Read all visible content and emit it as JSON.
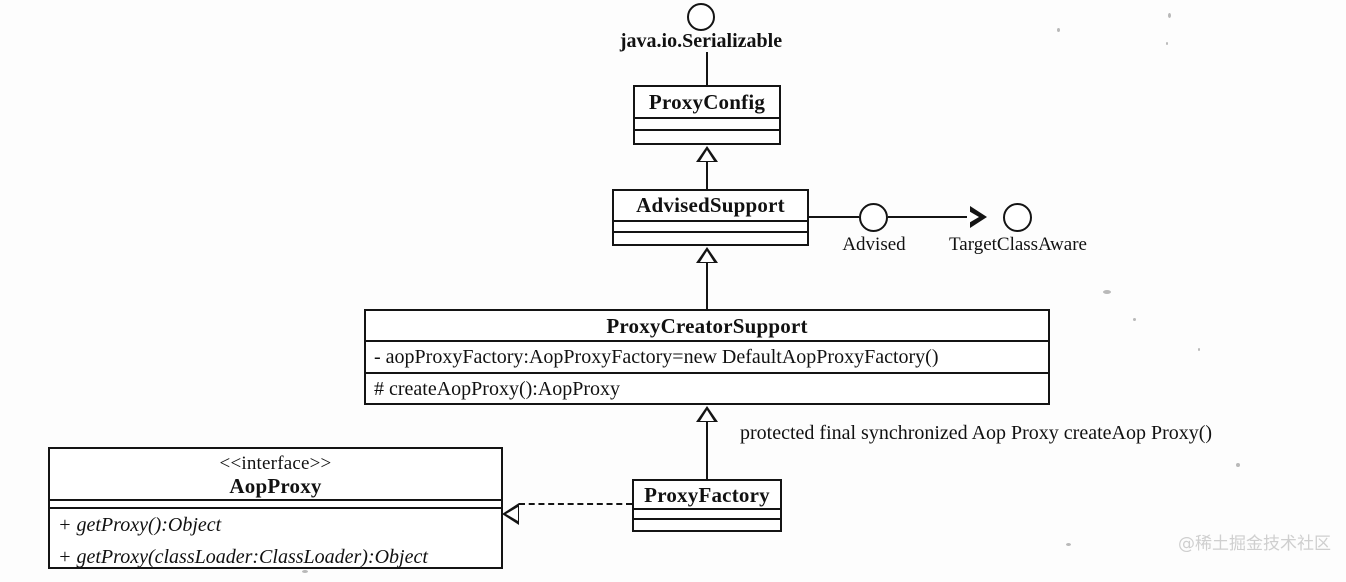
{
  "diagram": {
    "title": "Spring AOP ProxyFactory class hierarchy",
    "type": "uml-class-diagram",
    "background_color": "#fdfdfd",
    "line_color": "#141414"
  },
  "root_interface": {
    "label": "java.io.Serializable",
    "icon": "lollipop-interface-icon"
  },
  "classes": [
    {
      "id": "proxy-config",
      "name": "ProxyConfig",
      "attributes": [],
      "operations": []
    },
    {
      "id": "advised-support",
      "name": "AdvisedSupport",
      "attributes": [],
      "operations": []
    },
    {
      "id": "proxy-creator-support",
      "name": "ProxyCreatorSupport",
      "attributes": [
        "- aopProxyFactory:AopProxyFactory=new DefaultAopProxyFactory()"
      ],
      "operations": [
        "# createAopProxy():AopProxy"
      ]
    },
    {
      "id": "proxy-factory",
      "name": "ProxyFactory",
      "attributes": [],
      "operations": []
    },
    {
      "id": "aop-proxy",
      "stereotype": "<<interface>>",
      "name": "AopProxy",
      "attributes": [],
      "operations": [
        "+ getProxy():Object",
        "+ getProxy(classLoader:ClassLoader):Object"
      ]
    }
  ],
  "provided_interfaces": [
    {
      "id": "advised",
      "label": "Advised",
      "icon": "lollipop-interface-icon"
    },
    {
      "id": "target-class-aware",
      "label": "TargetClassAware",
      "icon": "lollipop-interface-icon"
    }
  ],
  "annotations": [
    {
      "id": "create-aop-proxy-note",
      "text": "protected final synchronized Aop Proxy createAop Proxy()"
    }
  ],
  "relationships": [
    {
      "type": "realization",
      "from": "ProxyConfig",
      "to": "java.io.Serializable"
    },
    {
      "type": "generalization",
      "from": "AdvisedSupport",
      "to": "ProxyConfig"
    },
    {
      "type": "generalization",
      "from": "ProxyCreatorSupport",
      "to": "AdvisedSupport"
    },
    {
      "type": "generalization",
      "from": "ProxyFactory",
      "to": "ProxyCreatorSupport"
    },
    {
      "type": "realization",
      "from": "ProxyFactory",
      "to": "AopProxy"
    },
    {
      "type": "assembly",
      "from": "AdvisedSupport",
      "to": "Advised"
    },
    {
      "type": "assembly",
      "from": "Advised",
      "to": "TargetClassAware"
    }
  ],
  "watermark": {
    "text": "@稀土掘金技术社区"
  }
}
